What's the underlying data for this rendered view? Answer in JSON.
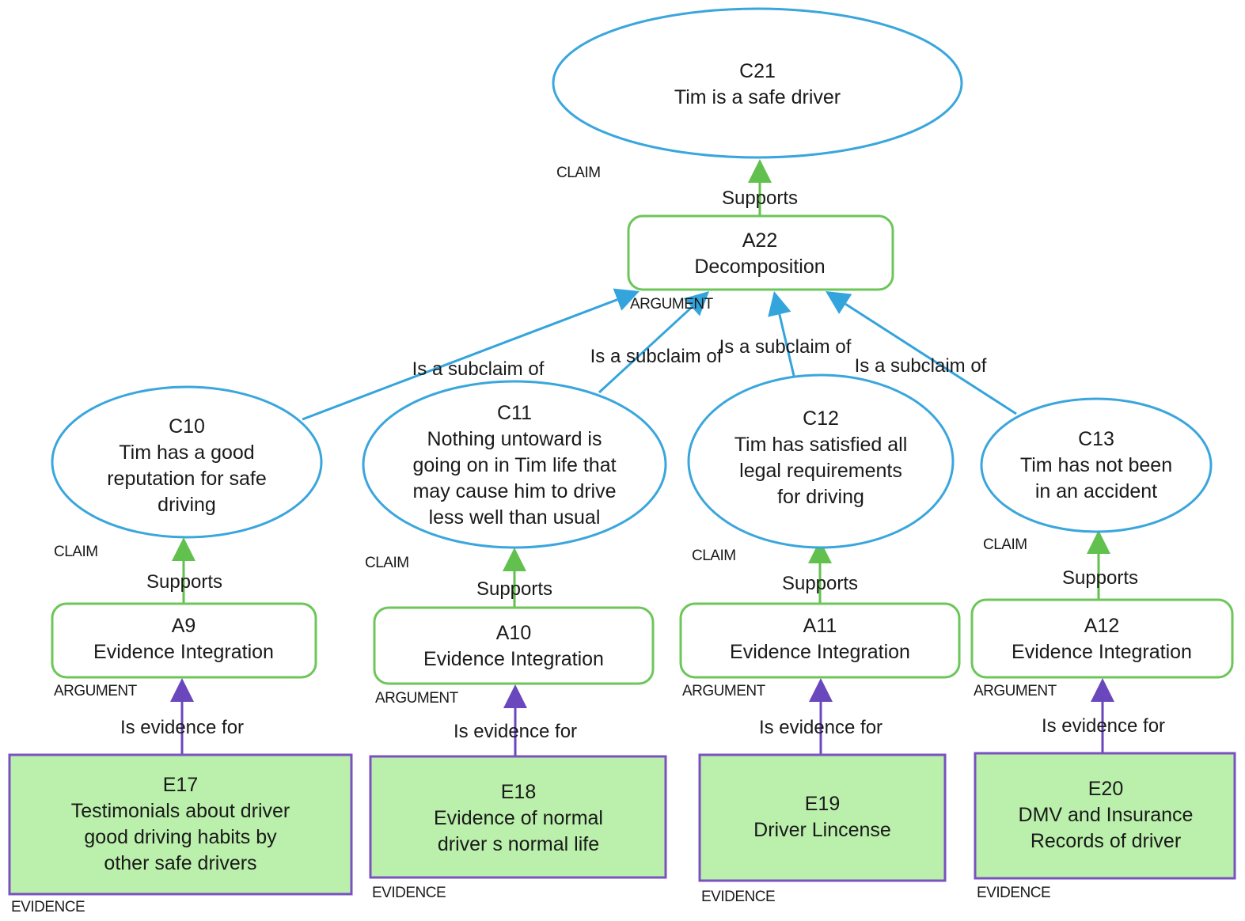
{
  "colors": {
    "claim_border": "#3aa6dd",
    "argument_border": "#6cc65a",
    "evidence_fill": "#baf0ab",
    "evidence_border": "#7a52c0",
    "supports_edge": "#62c14e",
    "subclaim_edge": "#33a4dc",
    "evidence_edge": "#6a47bd"
  },
  "type_labels": {
    "claim": "CLAIM",
    "argument": "ARGUMENT",
    "evidence": "EVIDENCE"
  },
  "edge_labels": {
    "supports": "Supports",
    "subclaim": "Is a subclaim of",
    "evidence_for": "Is evidence for"
  },
  "nodes": {
    "C21": {
      "id": "C21",
      "type": "claim",
      "lines": [
        "Tim is a safe driver"
      ]
    },
    "A22": {
      "id": "A22",
      "type": "argument",
      "lines": [
        "Decomposition"
      ]
    },
    "C10": {
      "id": "C10",
      "type": "claim",
      "lines": [
        "Tim has a good",
        "reputation for safe",
        "driving"
      ]
    },
    "C11": {
      "id": "C11",
      "type": "claim",
      "lines": [
        "Nothing untoward is",
        "going on in Tim life that",
        "may cause him to drive",
        "less well than usual"
      ]
    },
    "C12": {
      "id": "C12",
      "type": "claim",
      "lines": [
        "Tim has satisfied all",
        "legal requirements",
        "for driving"
      ]
    },
    "C13": {
      "id": "C13",
      "type": "claim",
      "lines": [
        "Tim has not been",
        "in an accident"
      ]
    },
    "A9": {
      "id": "A9",
      "type": "argument",
      "lines": [
        "Evidence Integration"
      ]
    },
    "A10": {
      "id": "A10",
      "type": "argument",
      "lines": [
        "Evidence Integration"
      ]
    },
    "A11": {
      "id": "A11",
      "type": "argument",
      "lines": [
        "Evidence Integration"
      ]
    },
    "A12": {
      "id": "A12",
      "type": "argument",
      "lines": [
        "Evidence Integration"
      ]
    },
    "E17": {
      "id": "E17",
      "type": "evidence",
      "lines": [
        "Testimonials about driver",
        "good driving habits by",
        "other safe drivers"
      ]
    },
    "E18": {
      "id": "E18",
      "type": "evidence",
      "lines": [
        "Evidence of normal",
        "driver s normal life"
      ]
    },
    "E19": {
      "id": "E19",
      "type": "evidence",
      "lines": [
        "Driver Lincense"
      ]
    },
    "E20": {
      "id": "E20",
      "type": "evidence",
      "lines": [
        "DMV and Insurance",
        "Records of driver"
      ]
    }
  },
  "edges": [
    {
      "from": "A22",
      "to": "C21",
      "kind": "supports"
    },
    {
      "from": "C10",
      "to": "A22",
      "kind": "subclaim"
    },
    {
      "from": "C11",
      "to": "A22",
      "kind": "subclaim"
    },
    {
      "from": "C12",
      "to": "A22",
      "kind": "subclaim"
    },
    {
      "from": "C13",
      "to": "A22",
      "kind": "subclaim"
    },
    {
      "from": "A9",
      "to": "C10",
      "kind": "supports"
    },
    {
      "from": "A10",
      "to": "C11",
      "kind": "supports"
    },
    {
      "from": "A11",
      "to": "C12",
      "kind": "supports"
    },
    {
      "from": "A12",
      "to": "C13",
      "kind": "supports"
    },
    {
      "from": "E17",
      "to": "A9",
      "kind": "evidence_for"
    },
    {
      "from": "E18",
      "to": "A10",
      "kind": "evidence_for"
    },
    {
      "from": "E19",
      "to": "A11",
      "kind": "evidence_for"
    },
    {
      "from": "E20",
      "to": "A12",
      "kind": "evidence_for"
    }
  ]
}
